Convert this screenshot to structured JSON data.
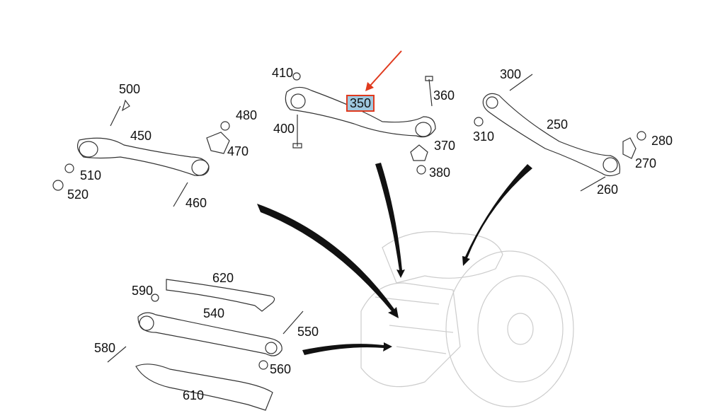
{
  "diagram": {
    "highlighted_part": "350",
    "highlight_color": "#9fc9e0",
    "highlight_border_color": "#e03a1e",
    "labels": {
      "p410": "410",
      "p350": "350",
      "p360": "360",
      "p400": "400",
      "p370": "370",
      "p380": "380",
      "p300": "300",
      "p310": "310",
      "p250": "250",
      "p280": "280",
      "p270": "270",
      "p260": "260",
      "p500": "500",
      "p480": "480",
      "p450": "450",
      "p470": "470",
      "p510": "510",
      "p520": "520",
      "p460": "460",
      "p620": "620",
      "p590": "590",
      "p540": "540",
      "p550": "550",
      "p580": "580",
      "p560": "560",
      "p610": "610"
    }
  }
}
